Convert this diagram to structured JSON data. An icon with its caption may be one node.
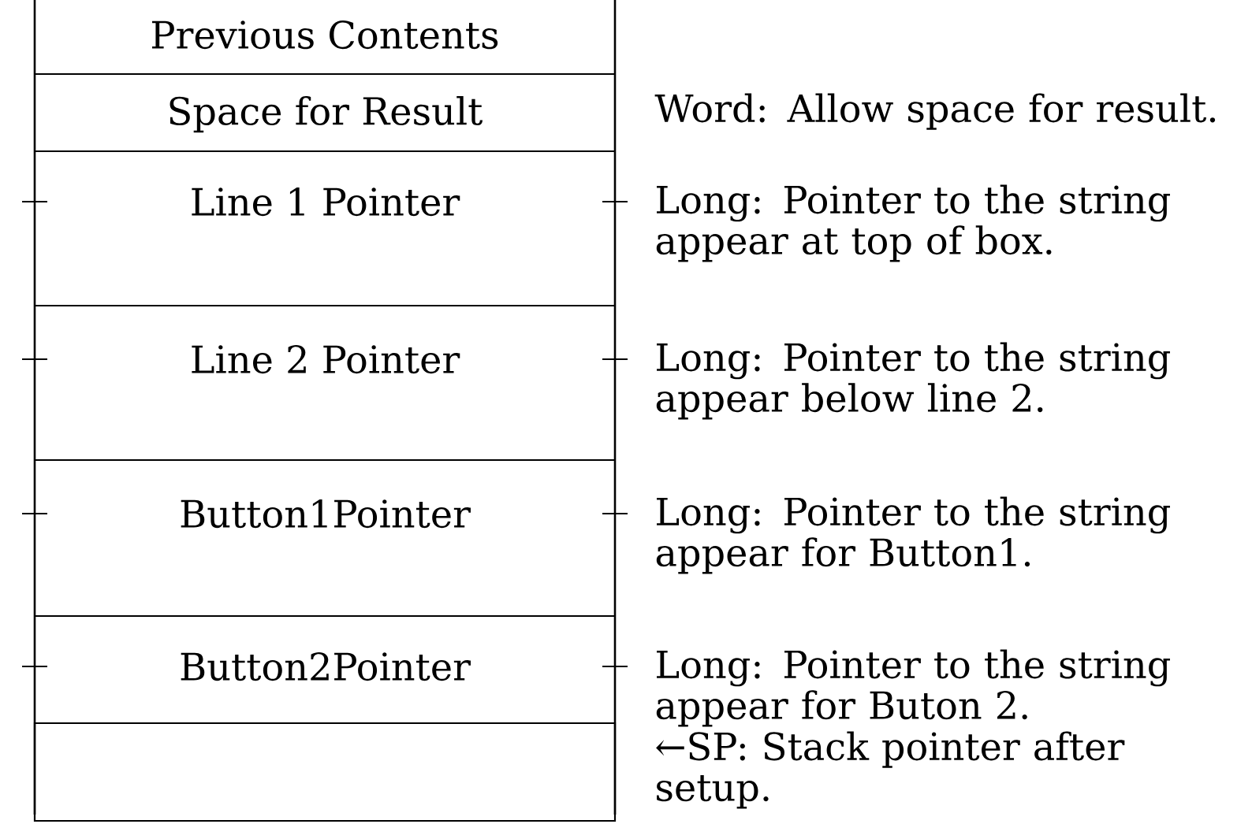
{
  "diagram": {
    "nodes": [
      {
        "text": [
          "Previous Contents"
        ]
      },
      {
        "text": [
          "Space for Result"
        ]
      },
      {
        "text": [
          "Line 1 Pointer"
        ]
      },
      {
        "text": [
          "Line 2 Pointer"
        ]
      },
      {
        "text": [
          "Button1Pointer"
        ]
      },
      {
        "text": [
          "Button2Pointer"
        ]
      },
      {
        "text": [],
        "shape": "box"
      }
    ],
    "labels": [
      "Word: Allow space for result.",
      "Long: Pointer to the string appear at top of box.",
      "Long: Pointer to the string appear below line 2.",
      "Long: Pointer to the string appear for Button1.",
      "Long: Pointer to the string appear for Buton 2.",
      "←SP: Stack pointer after setup."
    ]
  }
}
